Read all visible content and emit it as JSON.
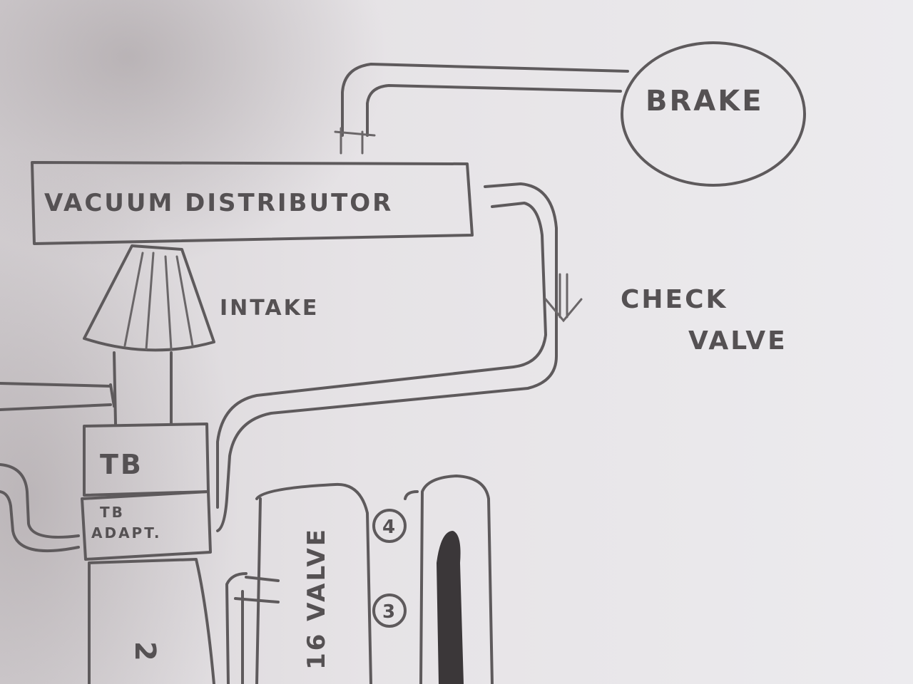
{
  "labels": {
    "brake": "BRAKE",
    "vacuum_distributor": "VACUUM DISTRIBUTOR",
    "intake": "INTAKE",
    "check_valve_line1": "CHECK",
    "check_valve_line2": "VALVE",
    "tb": "TB",
    "tb_adapter_line1": "TB",
    "tb_adapter_line2": "ADAPT.",
    "valve_16": "16 VALVE",
    "cyl_4": "4",
    "cyl_3": "3",
    "partial_2": "2"
  }
}
